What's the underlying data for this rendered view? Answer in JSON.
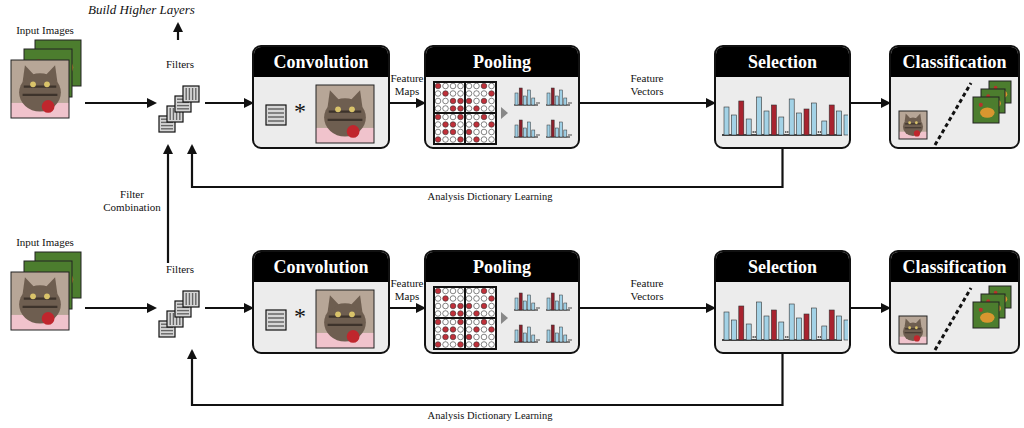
{
  "diagram": {
    "nodes": [
      {
        "text": [
          "Input Images"
        ]
      },
      {
        "text": [
          "Filters"
        ]
      },
      {
        "text": [
          "Convolution",
          "*"
        ]
      },
      {
        "text": [
          "Pooling"
        ]
      },
      {
        "text": [
          "Selection"
        ]
      },
      {
        "text": [
          "Classification"
        ]
      },
      {
        "text": [
          "Input Images"
        ]
      },
      {
        "text": [
          "Filters"
        ]
      },
      {
        "text": [
          "Convolution",
          "*"
        ]
      },
      {
        "text": [
          "Pooling"
        ]
      },
      {
        "text": [
          "Selection"
        ]
      },
      {
        "text": [
          "Classification"
        ]
      }
    ],
    "edges": [
      {
        "from": 0,
        "to": 1,
        "arrow": "to"
      },
      {
        "from": 1,
        "to": 2,
        "arrow": "to"
      },
      {
        "from": 2,
        "to": 3,
        "label": "Feature Maps",
        "arrow": "to"
      },
      {
        "from": 3,
        "to": 4,
        "label": "Feature Vectors",
        "arrow": "to"
      },
      {
        "from": 4,
        "to": 5,
        "arrow": "to"
      },
      {
        "from": 4,
        "to": 1,
        "label": "Analysis Dictionary Learning",
        "arrow": "to"
      },
      {
        "from": 6,
        "to": 7,
        "arrow": "to"
      },
      {
        "from": 7,
        "to": 8,
        "arrow": "to"
      },
      {
        "from": 8,
        "to": 9,
        "label": "Feature Maps",
        "arrow": "to"
      },
      {
        "from": 9,
        "to": 10,
        "label": "Feature Vectors",
        "arrow": "to"
      },
      {
        "from": 10,
        "to": 11,
        "arrow": "to"
      },
      {
        "from": 10,
        "to": 7,
        "label": "Analysis Dictionary Learning",
        "arrow": "to"
      },
      {
        "from": 7,
        "to": 1,
        "label": "Filter Combination",
        "arrow": "to"
      }
    ],
    "labels": [
      "Build Higher Layers"
    ]
  }
}
